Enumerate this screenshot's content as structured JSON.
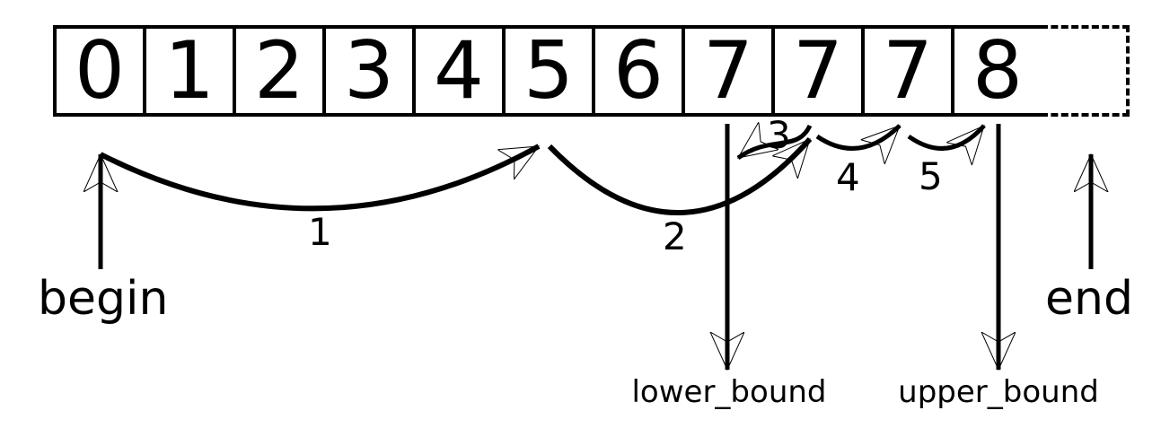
{
  "array": {
    "cells": [
      "0",
      "1",
      "2",
      "3",
      "4",
      "5",
      "6",
      "7",
      "7",
      "7",
      "8"
    ],
    "ghost_cell": ""
  },
  "pointers": {
    "begin": "begin",
    "end": "end",
    "lower_bound": "lower_bound",
    "upper_bound": "upper_bound"
  },
  "steps": [
    "1",
    "2",
    "3",
    "4",
    "5"
  ],
  "icons": {
    "begin_arrow": "up-arrow",
    "end_arrow": "up-arrow",
    "lower_bound_arrow": "down-arrow",
    "upper_bound_arrow": "down-arrow",
    "step_arrows": "curved-arrow"
  },
  "colors": {
    "foreground": "#000000",
    "background": "#ffffff"
  }
}
